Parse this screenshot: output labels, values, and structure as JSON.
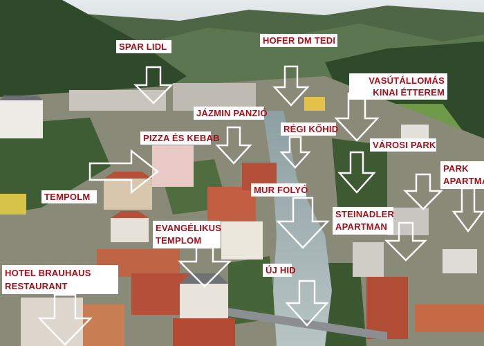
{
  "colors": {
    "label_bg": "#ffffff",
    "label_text": "#a50f1a",
    "arrow_stroke": "#ffffff",
    "sky": "#dfe4e6",
    "mountain": "#3e5636",
    "river": "#9fb0b3",
    "roof": "#b4503a"
  },
  "labels": {
    "spar_lidl": "SPAR LIDL",
    "hofer_dm_tedi": "HOFER DM TEDI",
    "vasutallomas_kinai": "VASÚTÁLLOMÁS KINAI ÉTTEREM",
    "jazmin_panzio": "JÁZMIN PANZIÓ",
    "regi_kohid": "RÉGI KŐHID",
    "pizza_kebab": "PIZZA ÉS KEBAB",
    "varosi_park": "VÁROSI PARK",
    "park_apartman": "PARK APARTMAN",
    "tempolm": "TEMPOLM",
    "mur_folyo": "MUR FOLYÓ",
    "steinadler_apartman": "STEINADLER APARTMAN",
    "evangelikus_templom": "EVANGÉLIKUS TEMPLOM",
    "uj_hid": "ÚJ HID",
    "hotel_brauhaus": "HOTEL BRAUHAUS RESTAURANT"
  },
  "arrows": [
    {
      "name": "arrow-spar-lidl",
      "direction": "down"
    },
    {
      "name": "arrow-hofer",
      "direction": "down"
    },
    {
      "name": "arrow-vasutallomas",
      "direction": "down"
    },
    {
      "name": "arrow-jazmin",
      "direction": "down"
    },
    {
      "name": "arrow-regi-kohid",
      "direction": "down"
    },
    {
      "name": "arrow-pizza-kebab",
      "direction": "right"
    },
    {
      "name": "arrow-varosi-park",
      "direction": "down"
    },
    {
      "name": "arrow-park-apartman-1",
      "direction": "down"
    },
    {
      "name": "arrow-park-apartman-2",
      "direction": "down"
    },
    {
      "name": "arrow-mur-folyo",
      "direction": "down"
    },
    {
      "name": "arrow-steinadler",
      "direction": "down"
    },
    {
      "name": "arrow-evangelikus",
      "direction": "down"
    },
    {
      "name": "arrow-uj-hid",
      "direction": "down"
    },
    {
      "name": "arrow-hotel-brauhaus",
      "direction": "down"
    }
  ]
}
